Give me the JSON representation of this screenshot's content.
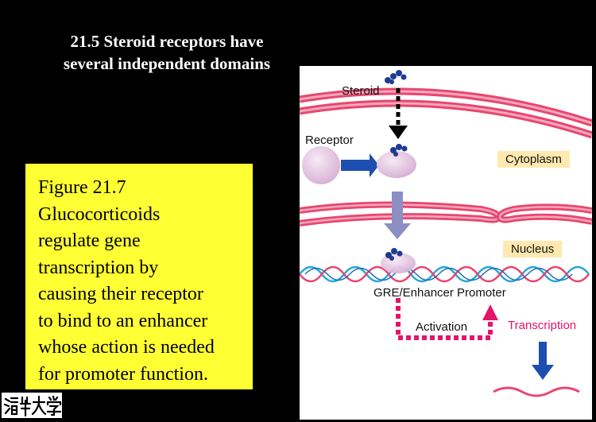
{
  "slide": {
    "title_line1": "21.5 Steroid receptors have",
    "title_line2": "several independent domains"
  },
  "caption": {
    "lines": [
      "Figure 21.7",
      "Glucocorticoids",
      "regulate gene",
      "transcription by",
      "causing their receptor",
      "to bind to an enhancer",
      "whose action is needed",
      "for promoter function."
    ]
  },
  "figure": {
    "labels": {
      "steroid": "Steroid",
      "receptor": "Receptor",
      "cytoplasm": "Cytoplasm",
      "nucleus": "Nucleus",
      "gre_promoter": "GRE/Enhancer Promoter",
      "activation": "Activation",
      "transcription": "Transcription"
    },
    "colors": {
      "membrane": "#e8466e",
      "membrane_light": "#f3a7be",
      "arrow_blue": "#1d4fb0",
      "arrow_grey": "#8c8fc4",
      "dna_red": "#e8466e",
      "dna_blue": "#2aa6d8",
      "label_box": "#ffe9b0",
      "activation": "#e2156a",
      "receptor_ball": "#e8c9e6",
      "steroid_dot": "#1e3b8f"
    }
  },
  "logo": {
    "icon": "university-seal-icon",
    "text": "清华大学"
  }
}
